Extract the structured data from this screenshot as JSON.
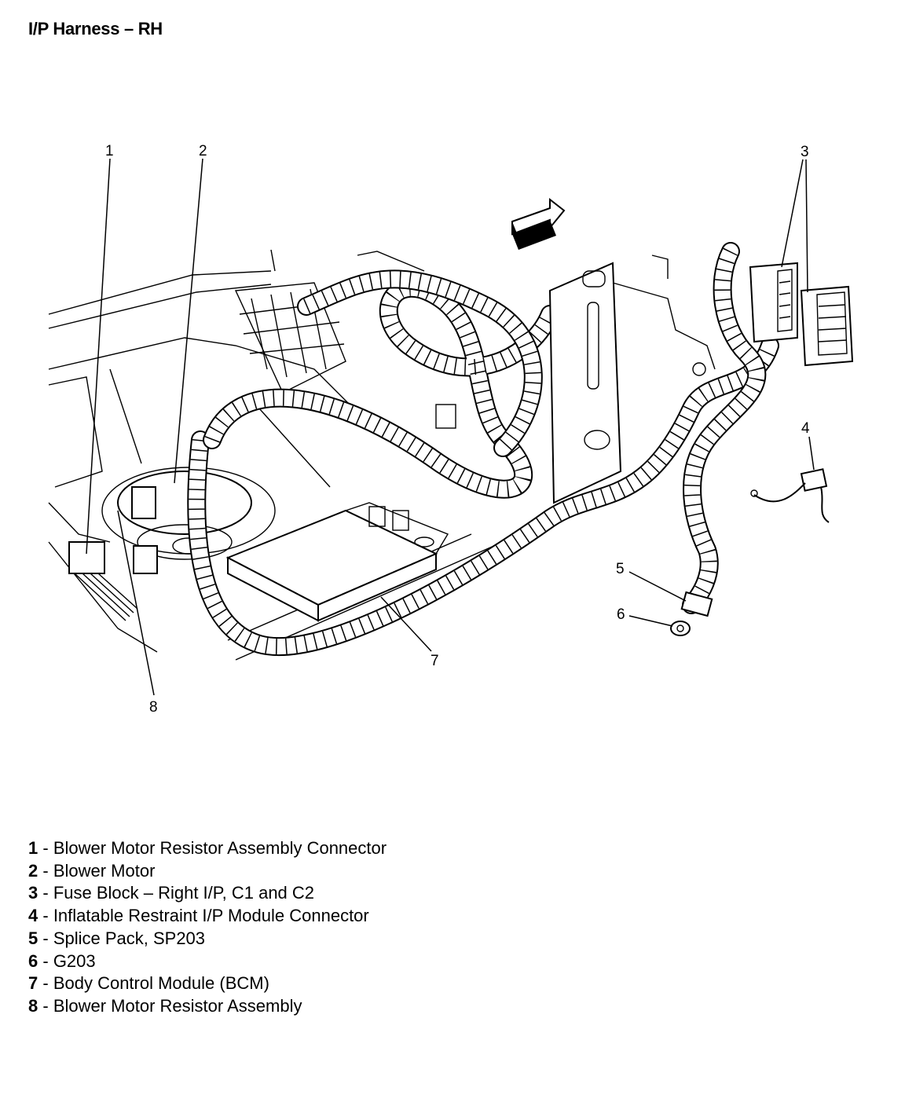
{
  "title": "I/P Harness – RH",
  "callouts": [
    {
      "id": "1",
      "text": "1"
    },
    {
      "id": "2",
      "text": "2"
    },
    {
      "id": "3",
      "text": "3"
    },
    {
      "id": "4",
      "text": "4"
    },
    {
      "id": "5",
      "text": "5"
    },
    {
      "id": "6",
      "text": "6"
    },
    {
      "id": "7",
      "text": "7"
    },
    {
      "id": "8",
      "text": "8"
    }
  ],
  "legend": [
    {
      "num": "1",
      "sep": " - ",
      "text": "Blower Motor Resistor Assembly Connector"
    },
    {
      "num": "2",
      "sep": " - ",
      "text": "Blower Motor"
    },
    {
      "num": "3",
      "sep": " - ",
      "text": "Fuse Block – Right I/P, C1 and C2"
    },
    {
      "num": "4",
      "sep": " - ",
      "text": "Inflatable Restraint I/P Module Connector"
    },
    {
      "num": "5",
      "sep": " - ",
      "text": "Splice Pack, SP203"
    },
    {
      "num": "6",
      "sep": " - ",
      "text": "G203"
    },
    {
      "num": "7",
      "sep": " - ",
      "text": "Body Control Module (BCM)"
    },
    {
      "num": "8",
      "sep": " - ",
      "text": "Blower Motor Resistor Assembly"
    }
  ]
}
